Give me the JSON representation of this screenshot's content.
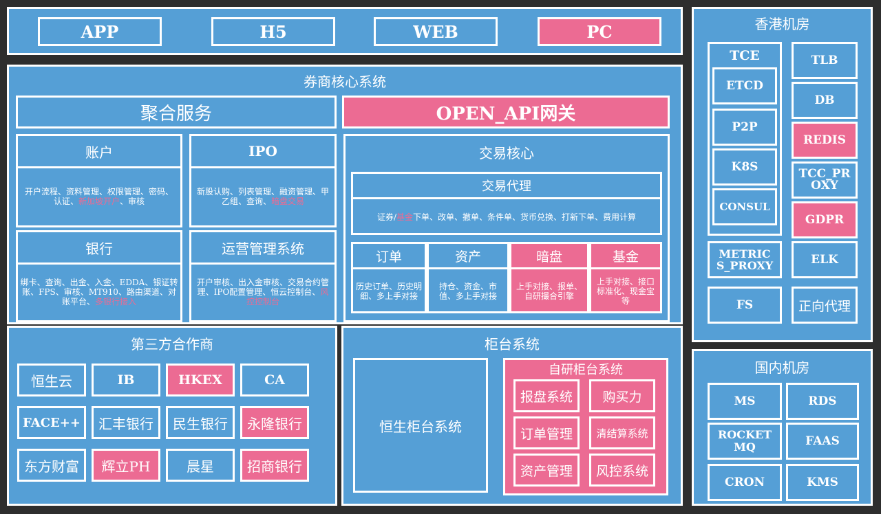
{
  "clients": [
    "APP",
    "H5",
    "WEB",
    "PC"
  ],
  "core": {
    "title": "券商核心系统",
    "agg": "聚合服务",
    "gateway": "OPEN_API网关",
    "account": {
      "title": "账户",
      "desc": "开户流程、资料管理、权限管理、密码、认证、",
      "desc_hl": "新加坡开户",
      "desc_tail": "、审核"
    },
    "ipo": {
      "title": "IPO",
      "desc": "新股认购、列表管理、融资管理、甲乙组、查询、",
      "desc_hl": "暗盘交易",
      "desc_tail": ""
    },
    "bank": {
      "title": "银行",
      "desc": "绑卡、查询、出金、入金、EDDA、银证转账、FPS、审核、MT910、路由渠道、对账平台、",
      "desc_hl": "多银行接入",
      "desc_tail": ""
    },
    "ops": {
      "title": "运营管理系统",
      "desc": "开户审核、出入金审核、交易合约管理、IPO配置管理、恒云控制台、",
      "desc_hl": "风控控制台",
      "desc_tail": ""
    },
    "trade_core": "交易核心",
    "trade_proxy": {
      "title": "交易代理",
      "desc_pre": "证券/",
      "desc_hl": "基金",
      "desc_tail": "下单、改单、撤单、条件单、货币兑换、打新下单、费用计算"
    },
    "order": {
      "title": "订单",
      "desc": "历史订单、历史明细、多上手对接"
    },
    "asset": {
      "title": "资产",
      "desc": "持仓、资金、市值、多上手对接"
    },
    "dark": {
      "title": "暗盘",
      "desc": "上手对接、报单、自研撮合引擎"
    },
    "fund": {
      "title": "基金",
      "desc": "上手对接、接口标准化、现金宝等"
    }
  },
  "partners": {
    "title": "第三方合作商",
    "items": [
      "恒生云",
      "IB",
      "HKEX",
      "CA",
      "FACE++",
      "汇丰银行",
      "民生银行",
      "永隆银行",
      "东方财富",
      "辉立PH",
      "晨星",
      "招商银行"
    ]
  },
  "counter": {
    "title": "柜台系统",
    "hs": "恒生柜台系统",
    "self_title": "自研柜台系统",
    "self_items": [
      "报盘系统",
      "购买力",
      "订单管理",
      "清结算系统",
      "资产管理",
      "风控系统"
    ]
  },
  "hk": {
    "title": "香港机房",
    "tce": "TCE",
    "left": [
      "ETCD",
      "P2P",
      "K8S",
      "CONSUL",
      "METRIC S_PROXY",
      "FS"
    ],
    "right": [
      "TLB",
      "DB",
      "REDIS",
      "TCC_PR OXY",
      "GDPR",
      "ELK",
      "正向代理"
    ]
  },
  "cn": {
    "title": "国内机房",
    "items": [
      "MS",
      "RDS",
      "ROCKET MQ",
      "FAAS",
      "CRON",
      "KMS"
    ]
  },
  "colors": {
    "blue": "#559fd6",
    "pink": "#ec6b93",
    "border": "#ffffff",
    "bg": "#2e2e2e"
  }
}
